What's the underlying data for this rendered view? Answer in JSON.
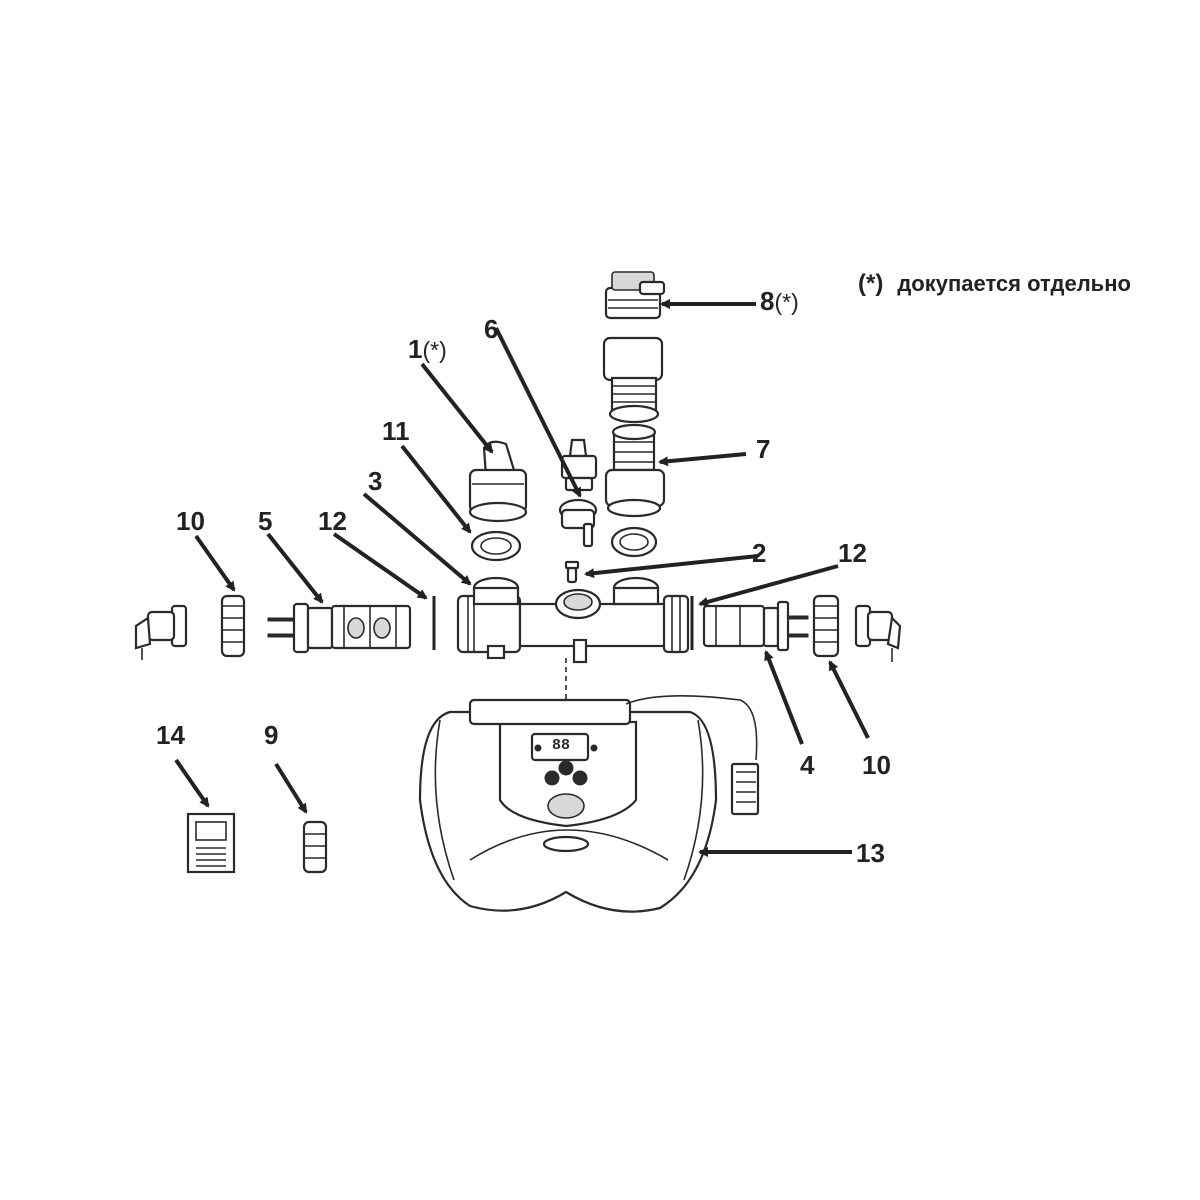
{
  "note": {
    "mark": "(*)",
    "text": "докупается отдельно"
  },
  "labels": {
    "p1": "1",
    "p1_mark": "(*)",
    "p2": "2",
    "p3": "3",
    "p4": "4",
    "p5": "5",
    "p6": "6",
    "p7": "7",
    "p8": "8",
    "p8_mark": "(*)",
    "p9": "9",
    "p10_left": "10",
    "p10_right": "10",
    "p11": "11",
    "p12_left": "12",
    "p12_right": "12",
    "p13": "13",
    "p14": "14"
  },
  "display": {
    "digits": "88"
  },
  "colors": {
    "ink": "#2a2a2a",
    "background": "#ffffff"
  }
}
